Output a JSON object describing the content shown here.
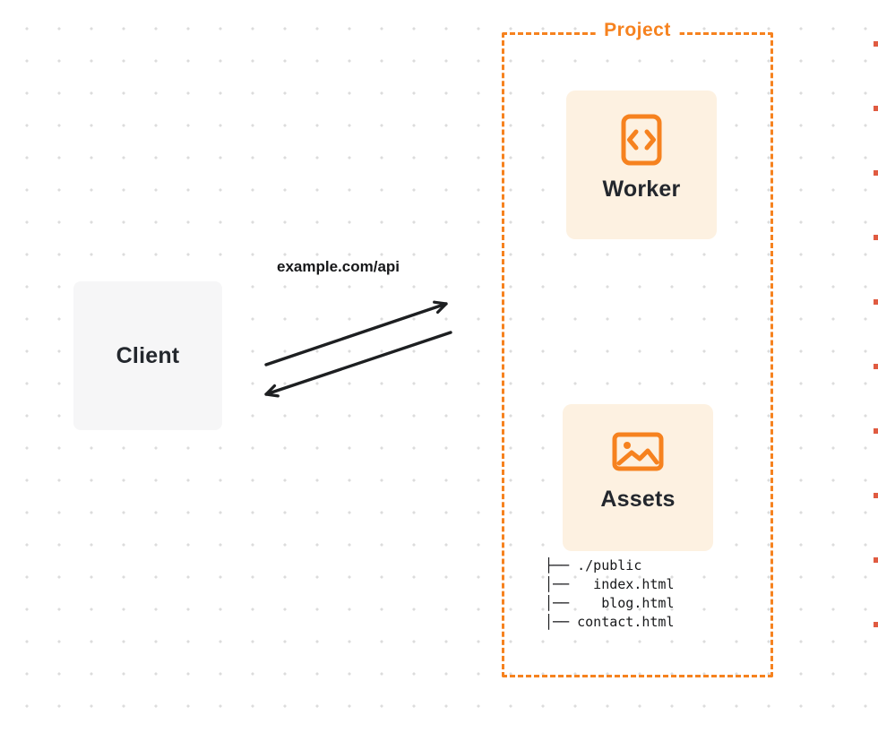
{
  "diagram": {
    "client": {
      "label": "Client"
    },
    "request_label": "example.com/api",
    "project": {
      "title": "Project",
      "nodes": [
        {
          "label": "Worker",
          "icon": "code-icon"
        },
        {
          "label": "Assets",
          "icon": "image-icon"
        }
      ],
      "file_tree": {
        "lines": [
          "├── ./public",
          "│──   index.html",
          "│──    blog.html",
          "│── contact.html"
        ]
      }
    },
    "colors": {
      "accent": "#F6821F",
      "node_background": "#FDF1E1",
      "client_background": "#F6F6F7",
      "arrow": "#1D1F21",
      "grid_dot": "#DCDCDC",
      "edge_mark": "#E05B41"
    }
  }
}
